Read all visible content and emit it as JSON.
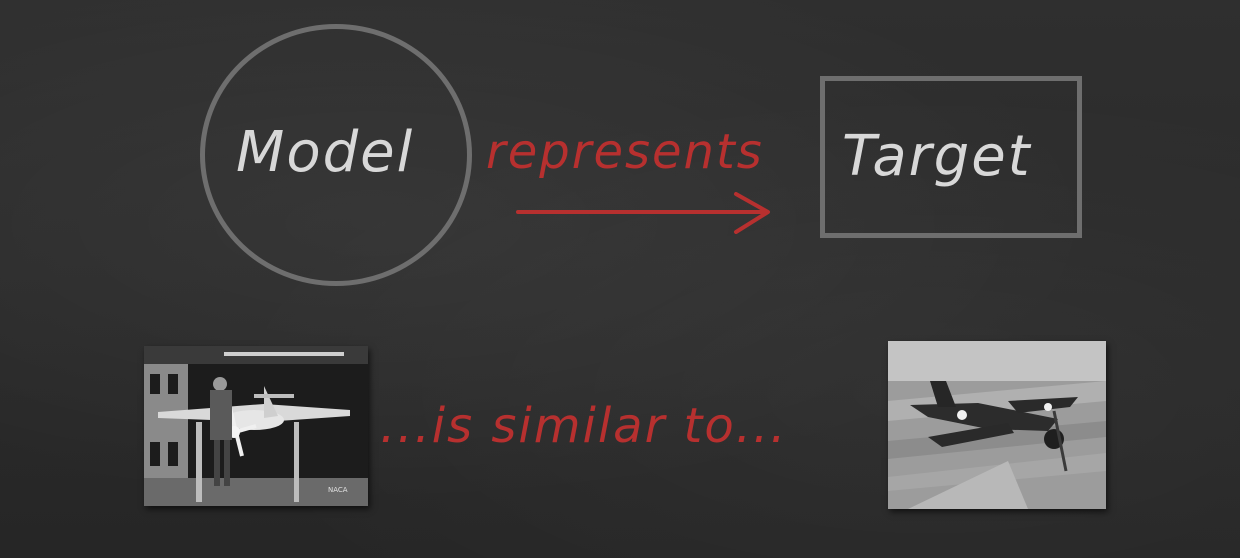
{
  "slide": {
    "model_label": "Model",
    "represents_label": "represents",
    "target_label": "Target",
    "similar_label": "...is similar to...",
    "photo_left_caption": "NACA",
    "colors": {
      "background": "#2a2a2a",
      "chalk_white": "#d8d8d8",
      "chalk_gray": "#6e6e6e",
      "accent_red": "#b7302f"
    },
    "icons": {
      "arrow": "right-arrow-icon",
      "left_photo": "wind-tunnel-model-photo",
      "right_photo": "aircraft-in-flight-photo"
    }
  }
}
